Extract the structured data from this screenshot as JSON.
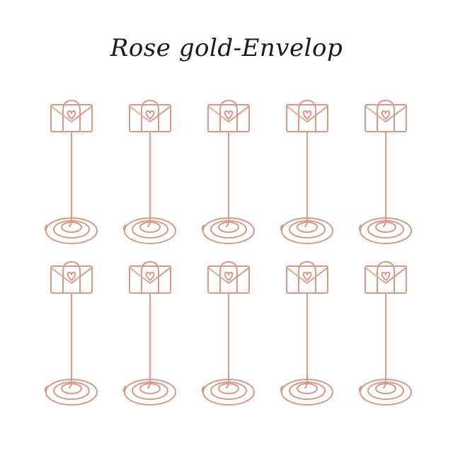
{
  "title": "Rose gold-Envelop",
  "colors": {
    "wire": "#d69a86",
    "wire_highlight": "#f2c9b8",
    "background": "#ffffff"
  },
  "items": [
    {
      "name": "envelope-card-holder"
    },
    {
      "name": "envelope-card-holder"
    },
    {
      "name": "envelope-card-holder"
    },
    {
      "name": "envelope-card-holder"
    },
    {
      "name": "envelope-card-holder"
    },
    {
      "name": "envelope-card-holder"
    },
    {
      "name": "envelope-card-holder"
    },
    {
      "name": "envelope-card-holder"
    },
    {
      "name": "envelope-card-holder"
    },
    {
      "name": "envelope-card-holder"
    }
  ]
}
